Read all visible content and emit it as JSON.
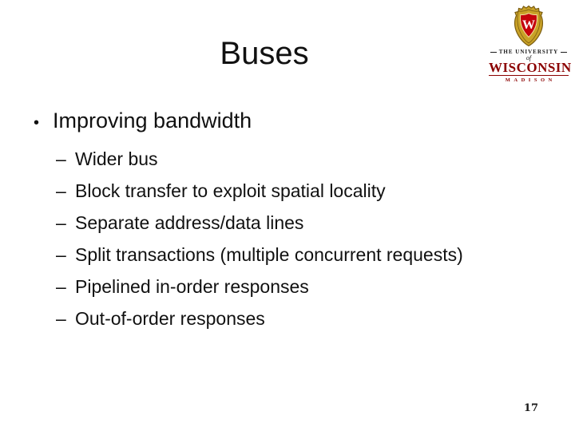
{
  "slide": {
    "title": "Buses",
    "page_number": "17",
    "bullet": {
      "marker": "•",
      "label": "Improving bandwidth"
    },
    "sub_marker": "–",
    "sub_bullets": [
      "Wider bus",
      "Block transfer to exploit spatial locality",
      "Separate address/data lines",
      "Split transactions (multiple concurrent requests)",
      "Pipelined in-order responses",
      "Out-of-order responses"
    ]
  },
  "logo": {
    "monogram": "W",
    "line_top": "THE UNIVERSITY",
    "line_of": "of",
    "line_name": "WISCONSIN",
    "line_city": "MADISON",
    "colors": {
      "uw_red": "#c5050c",
      "dark_red": "#8b0000",
      "gold": "#c9a227",
      "gold_shadow": "#7a5c10",
      "text_black": "#1a1a1a",
      "background": "#ffffff"
    }
  }
}
